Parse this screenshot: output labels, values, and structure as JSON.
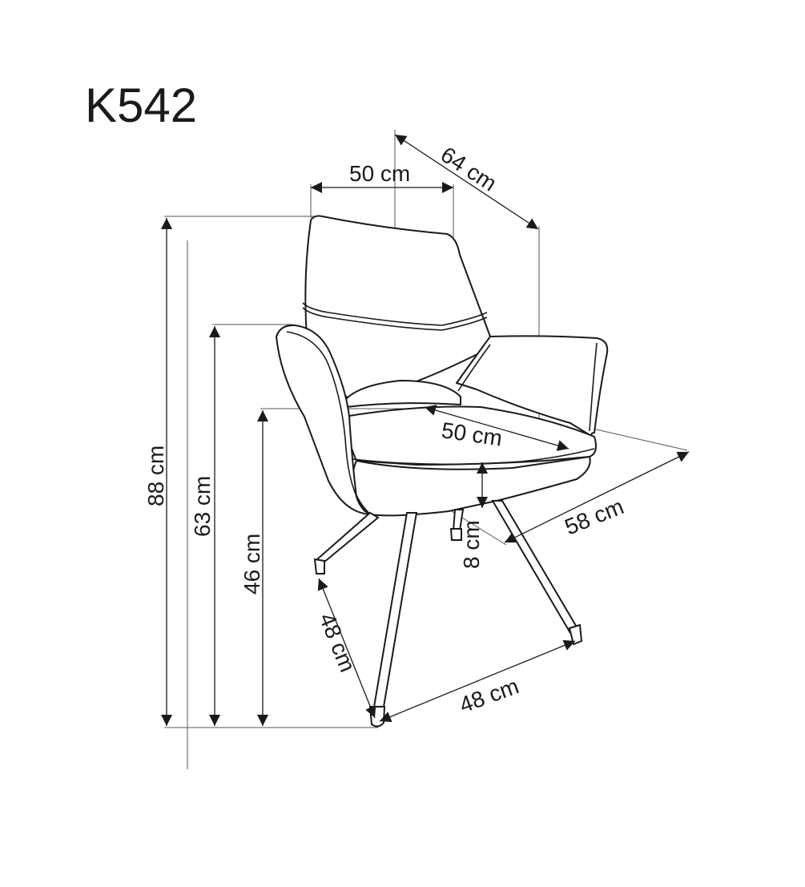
{
  "title": "K542",
  "dimensions": {
    "back_width": "50 cm",
    "depth_total": "64 cm",
    "height_total": "88 cm",
    "armrest_height": "63 cm",
    "seat_height": "46 cm",
    "seat_depth": "50 cm",
    "width_total": "58 cm",
    "base_height": "8 cm",
    "base_depth": "48 cm",
    "base_width": "48 cm"
  }
}
